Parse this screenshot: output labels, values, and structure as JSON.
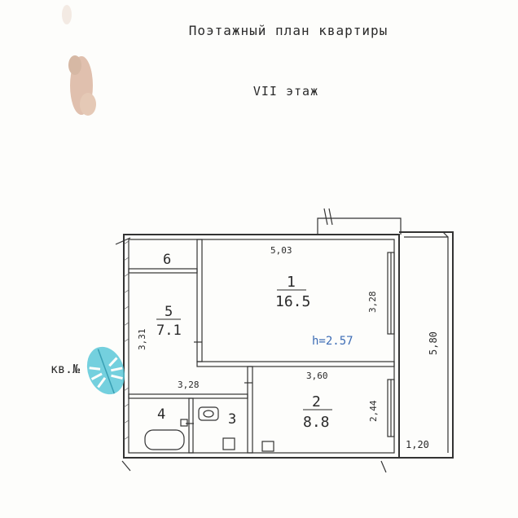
{
  "header": {
    "title": "Поэтажный план квартиры",
    "floor": "VII этаж"
  },
  "rooms": [
    {
      "id": "1",
      "area": "16.5"
    },
    {
      "id": "2",
      "area": "8.8"
    },
    {
      "id": "3"
    },
    {
      "id": "4"
    },
    {
      "id": "5",
      "area": "7.1"
    },
    {
      "id": "6"
    }
  ],
  "dimensions": {
    "room1_width": "5,03",
    "room1_depth": "3,28",
    "ceiling": "h=2.57",
    "room2_width": "3,60",
    "room2_depth": "2,44",
    "hall_depth": "3,31",
    "hall_width": "3,28",
    "balcony_length": "5,80",
    "balcony_width": "1,20"
  },
  "label": "кв.№",
  "colors": {
    "stamp": "#5cc8d8",
    "stain": "#c99070"
  }
}
